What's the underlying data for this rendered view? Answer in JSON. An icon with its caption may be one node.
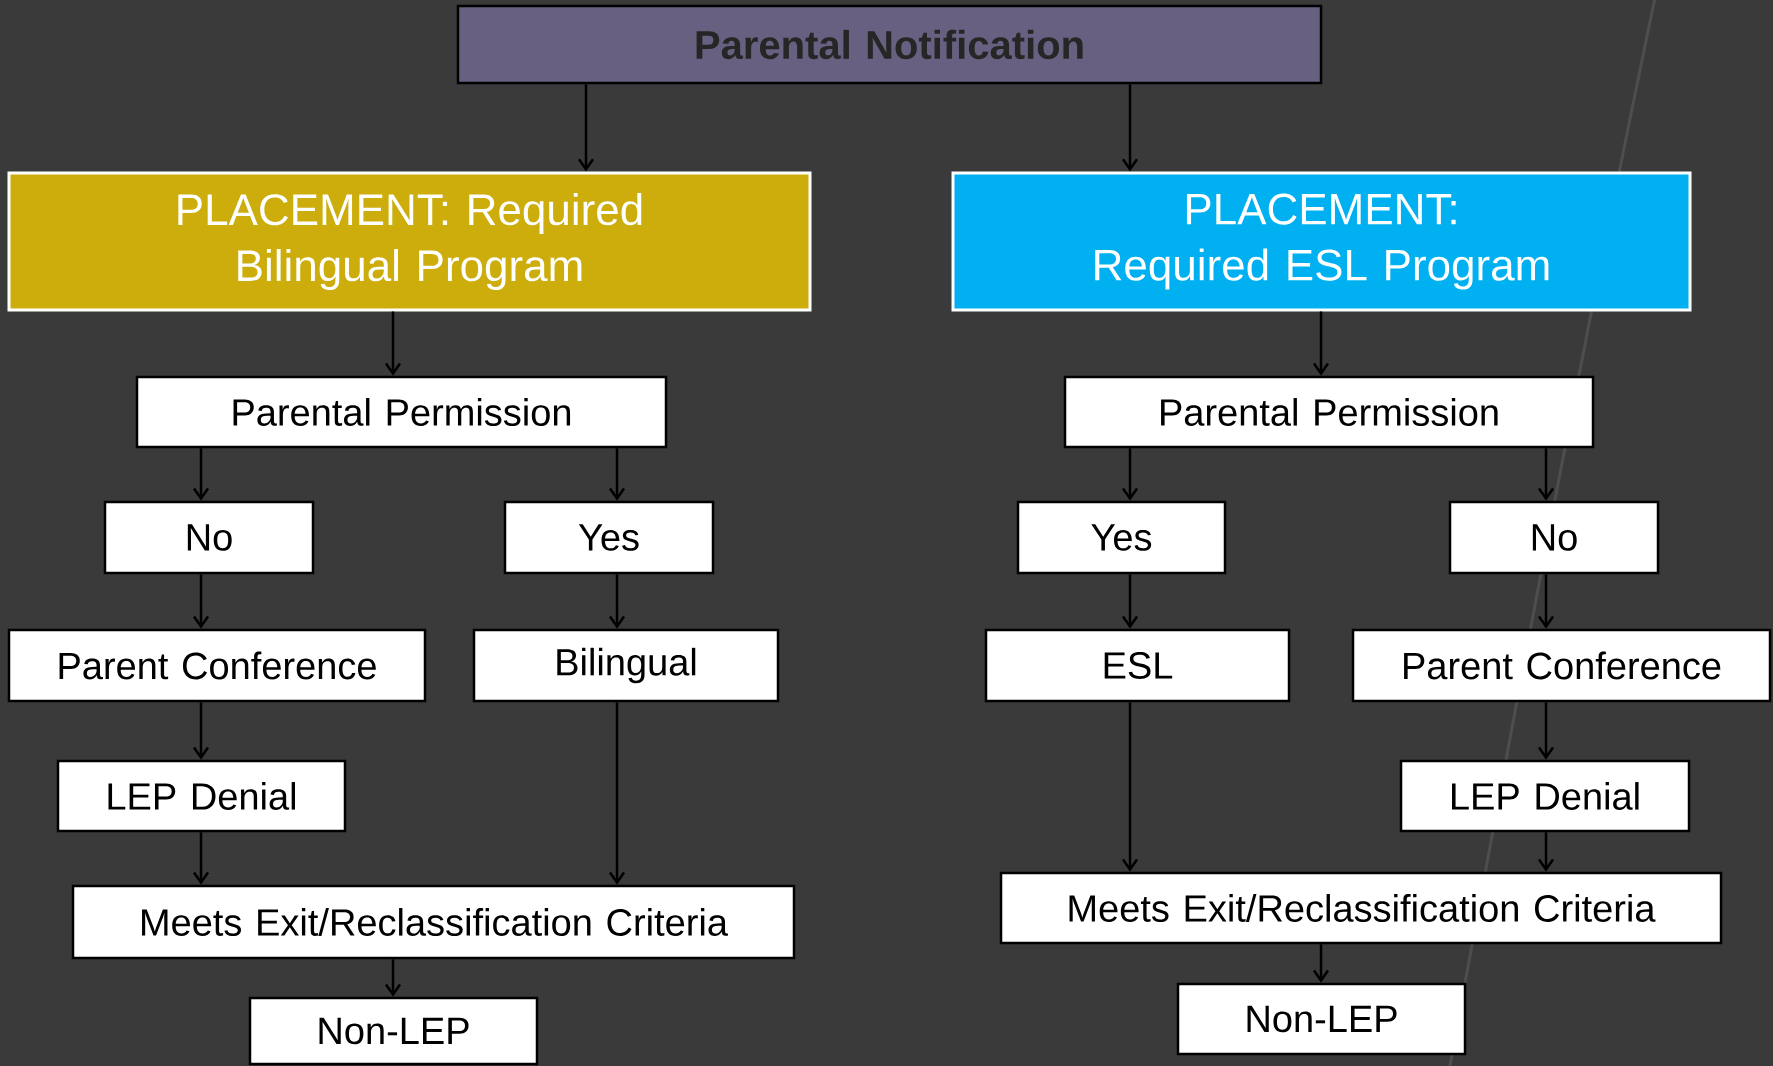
{
  "diagram": {
    "nodes": [
      {
        "text": [
          "Parental Notification"
        ]
      },
      {
        "text": [
          "PLACEMENT: Required Bilingual Program"
        ]
      },
      {
        "text": [
          "PLACEMENT: Required ESL Program"
        ]
      },
      {
        "text": [
          "Parental Permission"
        ]
      },
      {
        "text": [
          "No"
        ]
      },
      {
        "text": [
          "Yes"
        ]
      },
      {
        "text": [
          "Parent Conference"
        ]
      },
      {
        "text": [
          "Bilingual"
        ]
      },
      {
        "text": [
          "LEP Denial"
        ]
      },
      {
        "text": [
          "Meets Exit/Reclassification Criteria"
        ]
      },
      {
        "text": [
          "Non-LEP"
        ]
      },
      {
        "text": [
          "Parental Permission"
        ]
      },
      {
        "text": [
          "Yes"
        ]
      },
      {
        "text": [
          "No"
        ]
      },
      {
        "text": [
          "ESL"
        ]
      },
      {
        "text": [
          "Parent Conference"
        ]
      },
      {
        "text": [
          "LEP Denial"
        ]
      },
      {
        "text": [
          "Meets Exit/Reclassification Criteria"
        ]
      },
      {
        "text": [
          "Non-LEP"
        ]
      }
    ],
    "edges": [
      {
        "from": 0,
        "to": 1,
        "arrow": "to"
      },
      {
        "from": 0,
        "to": 2,
        "arrow": "to"
      },
      {
        "from": 1,
        "to": 3,
        "arrow": "to"
      },
      {
        "from": 3,
        "to": 4,
        "arrow": "to"
      },
      {
        "from": 3,
        "to": 5,
        "arrow": "to"
      },
      {
        "from": 4,
        "to": 6,
        "arrow": "to"
      },
      {
        "from": 6,
        "to": 8,
        "arrow": "to"
      },
      {
        "from": 8,
        "to": 9,
        "arrow": "to"
      },
      {
        "from": 5,
        "to": 7,
        "arrow": "to"
      },
      {
        "from": 7,
        "to": 9,
        "arrow": "to"
      },
      {
        "from": 9,
        "to": 10,
        "arrow": "to"
      },
      {
        "from": 2,
        "to": 11,
        "arrow": "to"
      },
      {
        "from": 11,
        "to": 12,
        "arrow": "to"
      },
      {
        "from": 11,
        "to": 13,
        "arrow": "to"
      },
      {
        "from": 12,
        "to": 14,
        "arrow": "to"
      },
      {
        "from": 14,
        "to": 17,
        "arrow": "to"
      },
      {
        "from": 13,
        "to": 15,
        "arrow": "to"
      },
      {
        "from": 15,
        "to": 16,
        "arrow": "to"
      },
      {
        "from": 16,
        "to": 17,
        "arrow": "to"
      },
      {
        "from": 17,
        "to": 18,
        "arrow": "to"
      }
    ]
  }
}
